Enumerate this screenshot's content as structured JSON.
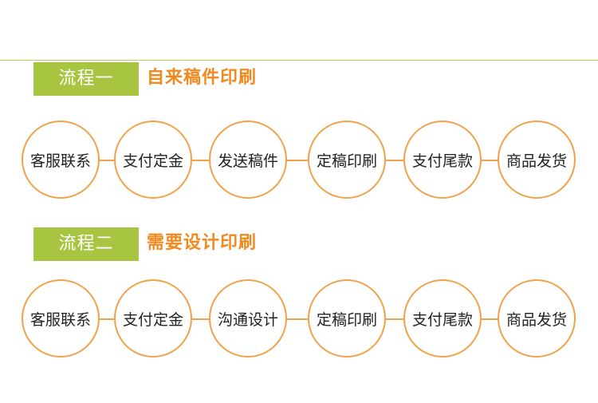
{
  "colors": {
    "badge_green": "#a7c540",
    "heading_orange": "#f08a1f",
    "circle_orange": "#f0a24a",
    "rule_green": "#b9cf6a"
  },
  "sections": [
    {
      "badge": "流程一",
      "title": "自来稿件印刷",
      "steps": [
        "客服联系",
        "支付定金",
        "发送稿件",
        "定稿印刷",
        "支付尾款",
        "商品发货"
      ]
    },
    {
      "badge": "流程二",
      "title": "需要设计印刷",
      "steps": [
        "客服联系",
        "支付定金",
        "沟通设计",
        "定稿印刷",
        "支付尾款",
        "商品发货"
      ]
    }
  ]
}
